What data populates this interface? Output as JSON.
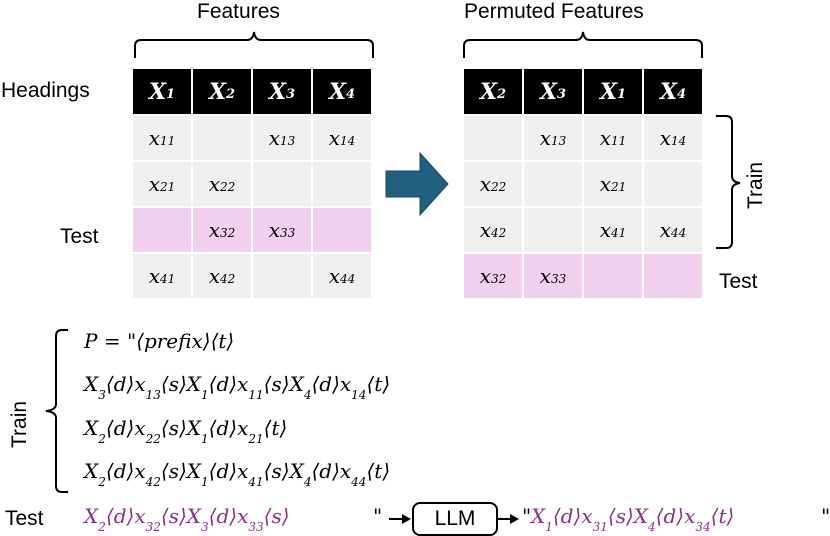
{
  "labels": {
    "features": "Features",
    "permuted_features": "Permuted Features",
    "headings": "Headings",
    "test_left": "Test",
    "train_right": "Train",
    "test_right": "Test",
    "train_bottom": "Train",
    "test_bottom": "Test",
    "llm": "LLM"
  },
  "left_table": {
    "headers": [
      "X1",
      "X2",
      "X3",
      "X4"
    ],
    "rows": [
      [
        "x11",
        "",
        "x13",
        "x14"
      ],
      [
        "x21",
        "x22",
        "",
        ""
      ],
      [
        "",
        "x32",
        "x33",
        ""
      ],
      [
        "x41",
        "x42",
        "",
        "x44"
      ]
    ],
    "test_row_index": 2
  },
  "right_table": {
    "headers": [
      "X2",
      "X3",
      "X1",
      "X4"
    ],
    "rows": [
      [
        "",
        "x13",
        "x11",
        "x14"
      ],
      [
        "x22",
        "",
        "x21",
        ""
      ],
      [
        "x42",
        "",
        "x41",
        "x44"
      ],
      [
        "x32",
        "x33",
        "",
        ""
      ]
    ],
    "test_row_index": 3
  },
  "prompt_lines": {
    "p_line": "P = \"⟨prefix⟩⟨t⟩",
    "train_1": "X3⟨d⟩x13⟨s⟩X1⟨d⟩x11⟨s⟩X4⟨d⟩x14⟨t⟩",
    "train_2": "X2⟨d⟩x22⟨s⟩X1⟨d⟩x21⟨t⟩",
    "train_3": "X2⟨d⟩x42⟨s⟩X1⟨d⟩x41⟨s⟩X4⟨d⟩x44⟨t⟩",
    "test_input": "X2⟨d⟩x32⟨s⟩X3⟨d⟩x33⟨s⟩",
    "test_output": "X1⟨d⟩x31⟨s⟩X4⟨d⟩x34⟨t⟩"
  },
  "colors": {
    "header_bg": "#000000",
    "cell_bg": "#efefef",
    "test_bg": "#f1cfee",
    "arrow_fill": "#1f5f7f",
    "purple_text": "#8b2f8b"
  }
}
